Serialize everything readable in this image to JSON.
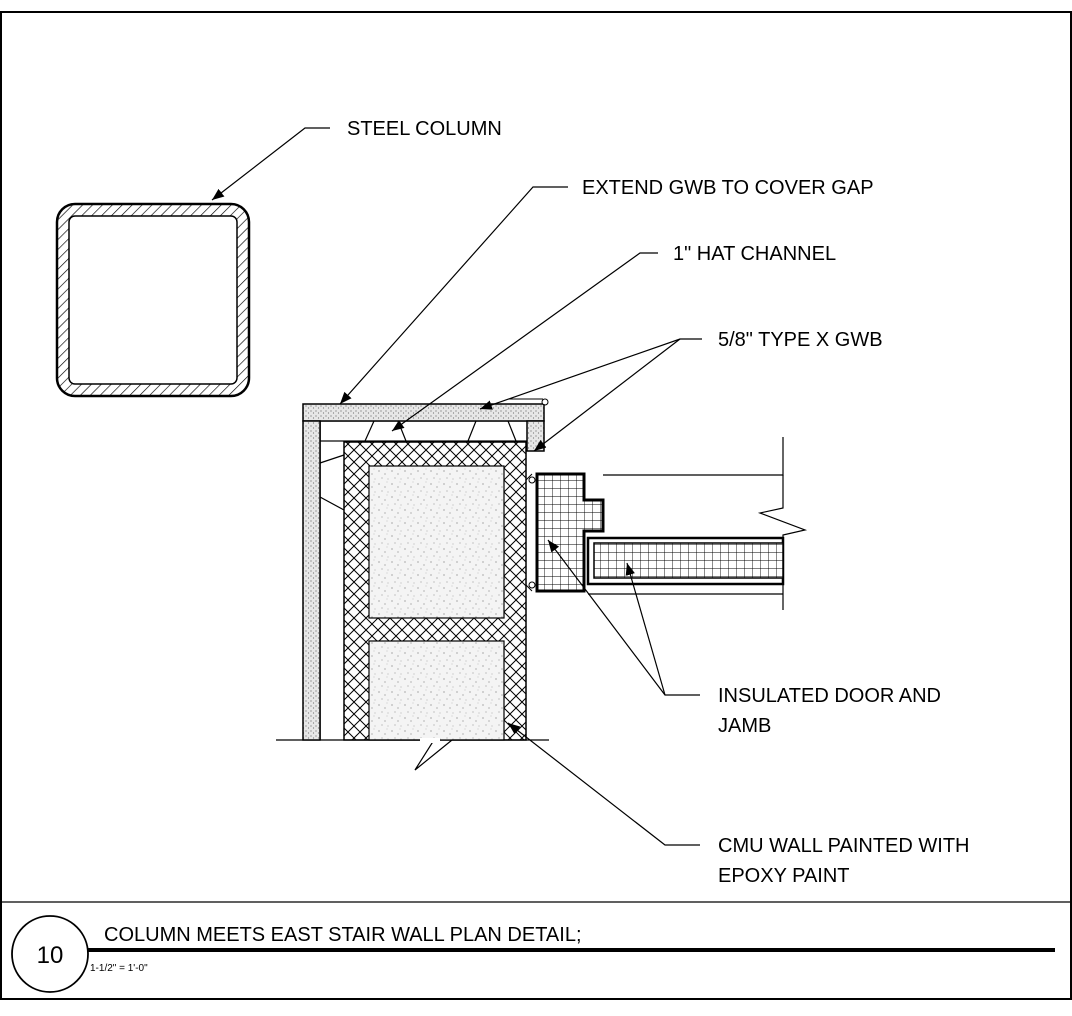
{
  "labels": {
    "steel_column": "STEEL COLUMN",
    "extend_gwb": "EXTEND GWB TO COVER GAP",
    "hat_channel": "1\" HAT CHANNEL",
    "gwb_type_x": "5/8\" TYPE X GWB",
    "door_line1": "INSULATED DOOR AND",
    "door_line2": "JAMB",
    "cmu_line1": "CMU WALL PAINTED WITH",
    "cmu_line2": "EPOXY PAINT"
  },
  "title_block": {
    "detail_number": "10",
    "title": "COLUMN  MEETS EAST STAIR WALL PLAN DETAIL;",
    "scale": "1-1/2\" = 1'-0\""
  }
}
